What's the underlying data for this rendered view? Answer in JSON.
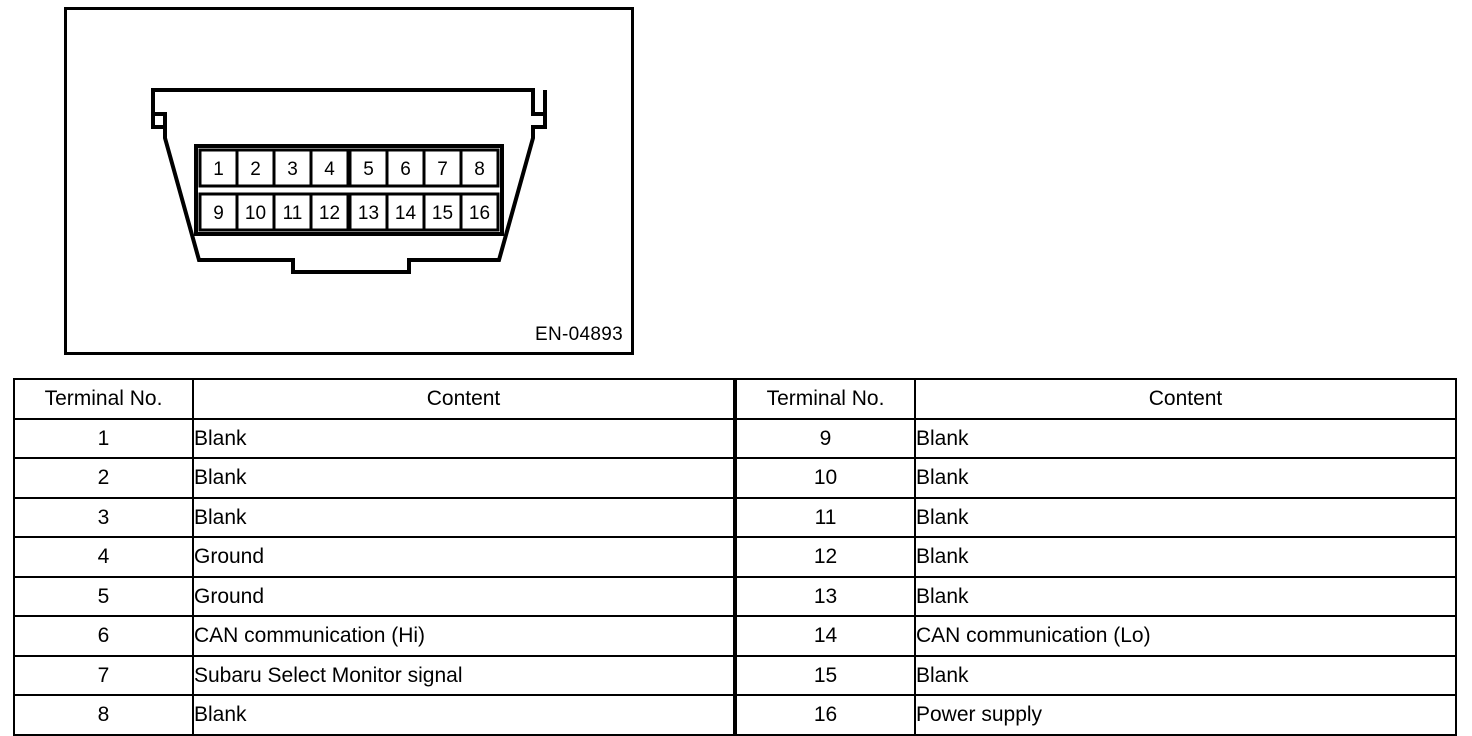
{
  "figure": {
    "name": "data-link-connector-pinout",
    "code_label": "EN-04893",
    "connector": {
      "rows": [
        {
          "pins": [
            "1",
            "2",
            "3",
            "4",
            "5",
            "6",
            "7",
            "8"
          ]
        },
        {
          "pins": [
            "9",
            "10",
            "11",
            "12",
            "13",
            "14",
            "15",
            "16"
          ]
        }
      ]
    }
  },
  "tables": [
    {
      "headers": {
        "terminal": "Terminal No.",
        "content": "Content"
      },
      "rows": [
        {
          "terminal": "1",
          "content": "Blank"
        },
        {
          "terminal": "2",
          "content": "Blank"
        },
        {
          "terminal": "3",
          "content": "Blank"
        },
        {
          "terminal": "4",
          "content": "Ground"
        },
        {
          "terminal": "5",
          "content": "Ground"
        },
        {
          "terminal": "6",
          "content": "CAN communication (Hi)"
        },
        {
          "terminal": "7",
          "content": "Subaru Select Monitor signal"
        },
        {
          "terminal": "8",
          "content": "Blank"
        }
      ]
    },
    {
      "headers": {
        "terminal": "Terminal No.",
        "content": "Content"
      },
      "rows": [
        {
          "terminal": "9",
          "content": "Blank"
        },
        {
          "terminal": "10",
          "content": "Blank"
        },
        {
          "terminal": "11",
          "content": "Blank"
        },
        {
          "terminal": "12",
          "content": "Blank"
        },
        {
          "terminal": "13",
          "content": "Blank"
        },
        {
          "terminal": "14",
          "content": "CAN communication (Lo)"
        },
        {
          "terminal": "15",
          "content": "Blank"
        },
        {
          "terminal": "16",
          "content": "Power supply"
        }
      ]
    }
  ],
  "colors": {
    "ink": "#000000",
    "paper": "#ffffff"
  }
}
